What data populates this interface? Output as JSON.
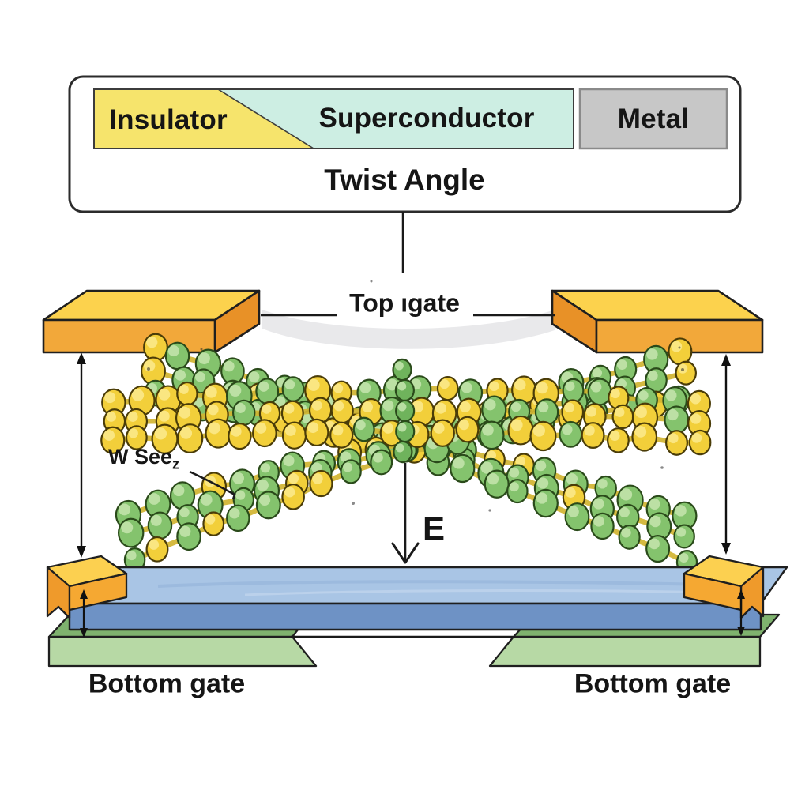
{
  "legend": {
    "regions": [
      {
        "label": "Insulator",
        "color": "#f6e46c"
      },
      {
        "label": "Superconductor",
        "color": "#cdeee3"
      },
      {
        "label": "Metal",
        "color": "#c7c7c7"
      }
    ],
    "axis_label": "Twist Angle"
  },
  "device": {
    "top_gate_label": "Top ıgate",
    "material_label": "W See",
    "material_label_sub": "z",
    "field_label": "E",
    "bottom_gate_left": "Bottom gate",
    "bottom_gate_right": "Bottom gate"
  },
  "colors": {
    "gate_gold_top": "#fcd24d",
    "gate_gold_front": "#f2a83a",
    "gate_gold_side": "#e89127",
    "substrate_blue_top": "#a9c5e5",
    "substrate_blue_front": "#6e92c5",
    "bottom_gate_green_top": "#7fb26e",
    "bottom_gate_green_front": "#b7d9a5",
    "outline": "#1f1f1f",
    "text": "#151515",
    "shadow": "#e8e8ea"
  },
  "lattice": {
    "atoms": [
      {
        "name": "atom-yellow",
        "color": "#f2cf3a",
        "outline": "#4a3c08",
        "highlight": "#fbea8e"
      },
      {
        "name": "atom-green",
        "color": "#84c36d",
        "outline": "#2a4a1a",
        "highlight": "#c6e5ae"
      }
    ],
    "bond_color": "#d2b531",
    "center_column_color": "#6fb35c"
  }
}
